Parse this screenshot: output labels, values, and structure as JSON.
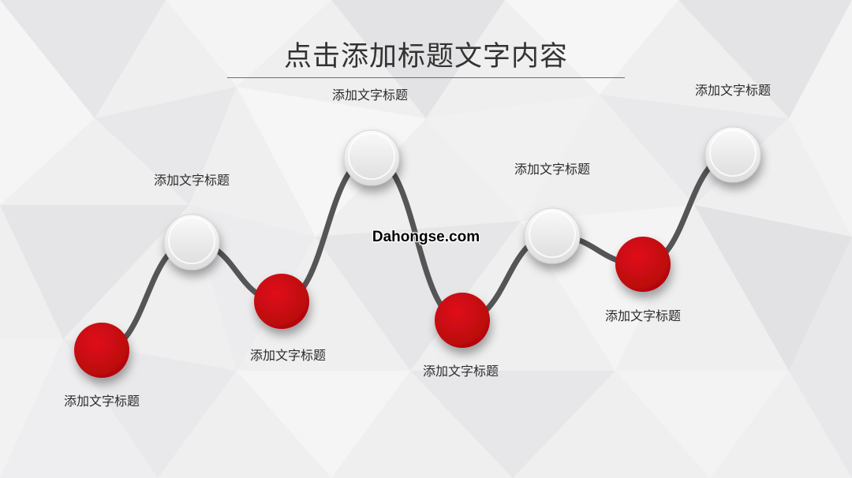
{
  "title": "点击添加标题文字内容",
  "watermark": "Dahongse.com",
  "colors": {
    "red_node": "#c8070f",
    "white_node": "#f2f2f2",
    "connector": "#555555",
    "rule": "#6e6e6e"
  },
  "nodes": [
    {
      "label": "添加文字标题",
      "color": "red",
      "label_position": "below"
    },
    {
      "label": "添加文字标题",
      "color": "white",
      "label_position": "above"
    },
    {
      "label": "添加文字标题",
      "color": "red",
      "label_position": "below"
    },
    {
      "label": "添加文字标题",
      "color": "white",
      "label_position": "above"
    },
    {
      "label": "添加文字标题",
      "color": "red",
      "label_position": "below"
    },
    {
      "label": "添加文字标题",
      "color": "white",
      "label_position": "above"
    },
    {
      "label": "添加文字标题",
      "color": "red",
      "label_position": "below"
    },
    {
      "label": "添加文字标题",
      "color": "white",
      "label_position": "above"
    }
  ]
}
